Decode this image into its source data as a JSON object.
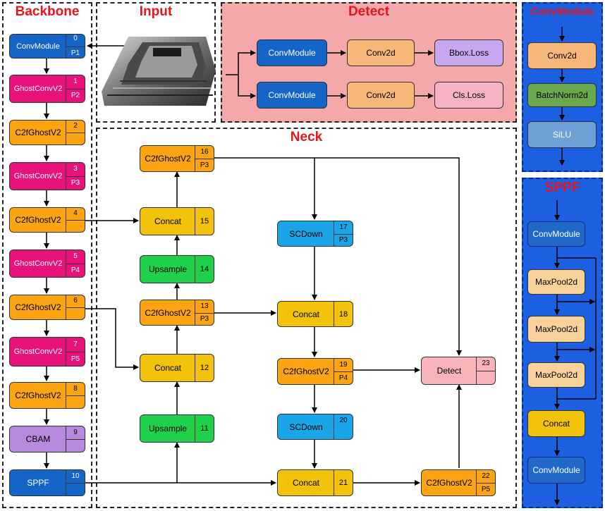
{
  "panels": {
    "backbone": "Backbone",
    "input": "Input",
    "detect": "Detect",
    "neck": "Neck",
    "convmodule": "ConvModule",
    "sppf": "SPPF"
  },
  "backbone_nodes": [
    {
      "label": "ConvModule",
      "index": "0",
      "tag": "P1"
    },
    {
      "label": "GhostConvV2",
      "index": "1",
      "tag": "P2"
    },
    {
      "label": "C2fGhostV2",
      "index": "2",
      "tag": ""
    },
    {
      "label": "GhostConvV2",
      "index": "3",
      "tag": "P3"
    },
    {
      "label": "C2fGhostV2",
      "index": "4",
      "tag": ""
    },
    {
      "label": "GhostConvV2",
      "index": "5",
      "tag": "P4"
    },
    {
      "label": "C2fGhostV2",
      "index": "6",
      "tag": ""
    },
    {
      "label": "GhostConvV2",
      "index": "7",
      "tag": "P5"
    },
    {
      "label": "C2fGhostV2",
      "index": "8",
      "tag": ""
    },
    {
      "label": "CBAM",
      "index": "9",
      "tag": ""
    },
    {
      "label": "SPPF",
      "index": "10",
      "tag": ""
    }
  ],
  "neck_nodes": {
    "n11": {
      "label": "Upsample",
      "index": "11"
    },
    "n12": {
      "label": "Concat",
      "index": "12"
    },
    "n13": {
      "label": "C2fGhostV2",
      "index": "13",
      "tag": "P3"
    },
    "n14": {
      "label": "Upsample",
      "index": "14"
    },
    "n15": {
      "label": "Concat",
      "index": "15"
    },
    "n16": {
      "label": "C2fGhostV2",
      "index": "16",
      "tag": "P3"
    },
    "n17": {
      "label": "SCDown",
      "index": "17",
      "tag": "P3"
    },
    "n18": {
      "label": "Concat",
      "index": "18"
    },
    "n19": {
      "label": "C2fGhostV2",
      "index": "19",
      "tag": "P4"
    },
    "n20": {
      "label": "SCDown",
      "index": "20"
    },
    "n21": {
      "label": "Concat",
      "index": "21"
    },
    "n22": {
      "label": "C2fGhostV2",
      "index": "22",
      "tag": "P5"
    },
    "n23": {
      "label": "Detect",
      "index": "23"
    }
  },
  "detect_head": {
    "row1": [
      "ConvModule",
      "Conv2d",
      "Bbox.Loss"
    ],
    "row2": [
      "ConvModule",
      "Conv2d",
      "Cls.Loss"
    ]
  },
  "convmodule_detail": [
    "Conv2d",
    "BatchNorm2d",
    "SiLU"
  ],
  "sppf_detail": [
    "ConvModule",
    "MaxPool2d",
    "MaxPool2d",
    "MaxPool2d",
    "Concat",
    "ConvModule"
  ],
  "colors": {
    "backbone_conv": "#1565c8",
    "ghostconv": "#e8127a",
    "c2f": "#fca412",
    "concat": "#f3c20a",
    "upsample": "#1fd04a",
    "scdown": "#1aa5e8",
    "cbam": "#b78ae0",
    "detect": "#f9b4b9",
    "detect_panel": "#f4a8a9",
    "detail_panel": "#1c5fe0",
    "title": "#e8141b"
  }
}
